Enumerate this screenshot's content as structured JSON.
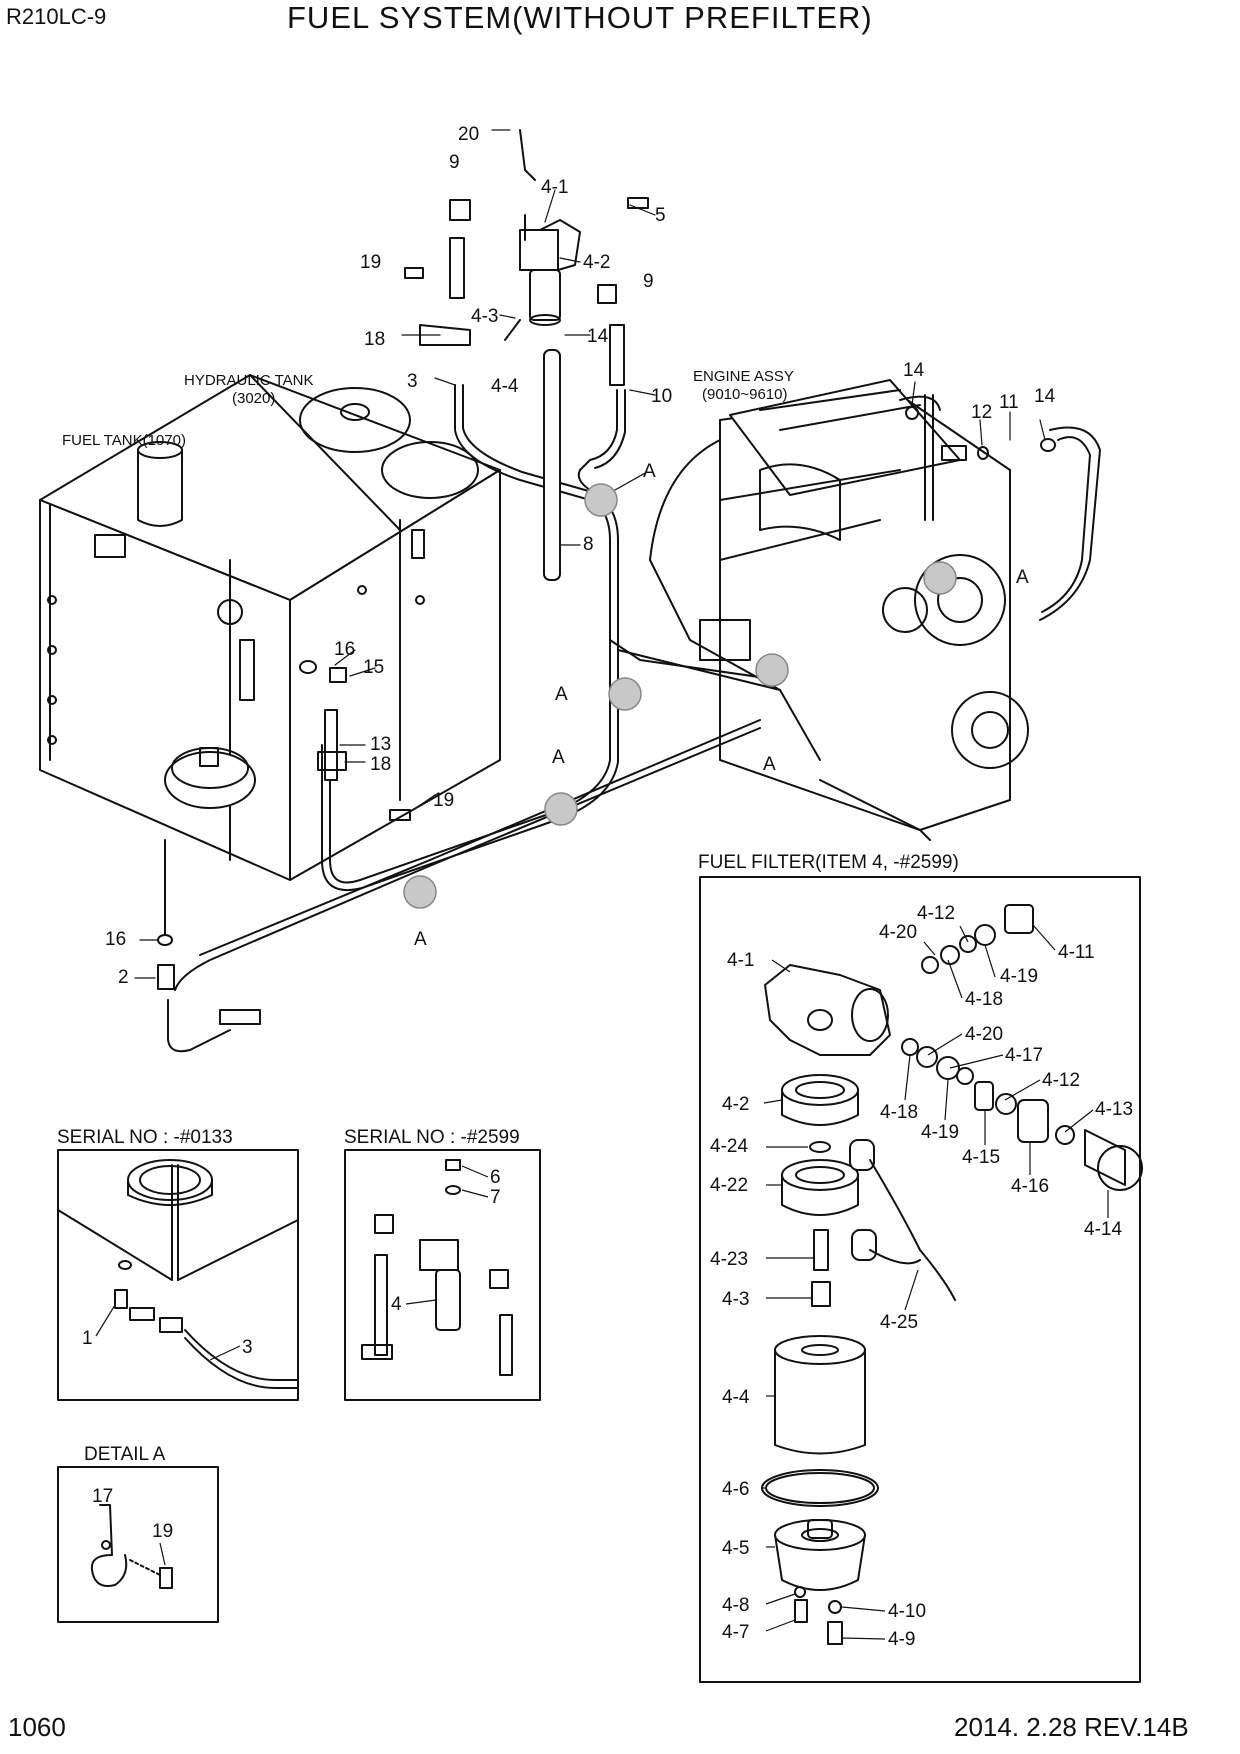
{
  "header": {
    "model": "R210LC-9",
    "title": "FUEL SYSTEM(WITHOUT PREFILTER)"
  },
  "footer": {
    "page_number": "1060",
    "revision": "2014. 2.28  REV.14B"
  },
  "assemblies": {
    "hydraulic_tank": "HYDRAULIC TANK",
    "hydraulic_tank_code": "(3020)",
    "fuel_tank": "FUEL TANK(1070)",
    "engine_assy": "ENGINE ASSY",
    "engine_assy_code": "(9010~9610)"
  },
  "insets": {
    "fuel_filter": "FUEL FILTER(ITEM 4, -#2599)",
    "serial_0133": "SERIAL NO : -#0133",
    "serial_2599": "SERIAL NO : -#2599",
    "detail_a": "DETAIL  A"
  },
  "callouts": {
    "main": [
      "20",
      "9",
      "4-1",
      "5",
      "19",
      "4-2",
      "9",
      "4-3",
      "14",
      "18",
      "4-4",
      "3",
      "10",
      "14",
      "12",
      "11",
      "14",
      "A",
      "8",
      "A",
      "16",
      "15",
      "A",
      "13",
      "18",
      "A",
      "19",
      "A",
      "A",
      "16",
      "2"
    ],
    "filter": [
      "4-12",
      "4-20",
      "4-11",
      "4-1",
      "4-19",
      "4-18",
      "4-20",
      "4-17",
      "4-12",
      "4-13",
      "4-2",
      "4-18",
      "4-19",
      "4-15",
      "4-16",
      "4-24",
      "4-22",
      "4-14",
      "4-23",
      "4-3",
      "4-25",
      "4-4",
      "4-6",
      "4-5",
      "4-8",
      "4-10",
      "4-7",
      "4-9"
    ],
    "serial_0133": [
      "1",
      "3"
    ],
    "serial_2599": [
      "6",
      "7",
      "4"
    ],
    "detail_a": [
      "17",
      "19"
    ]
  }
}
